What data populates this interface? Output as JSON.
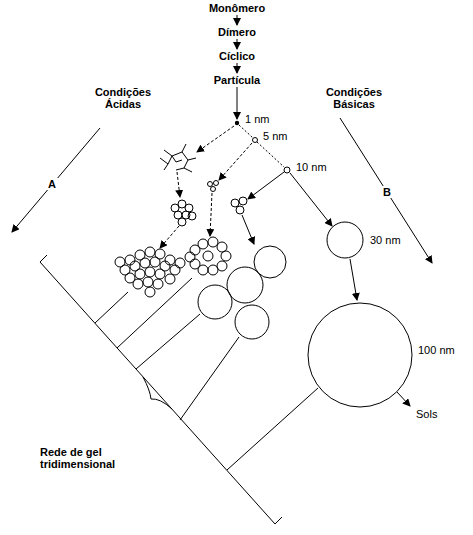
{
  "diagram": {
    "labels": [
      "Monômero",
      "Dímero",
      "Cíclico",
      "Partícula",
      "Condições Ácidas",
      "Condições Básicas",
      "A",
      "B",
      "1 nm",
      "5 nm",
      "10 nm",
      "30 nm",
      "100 nm",
      "Rede de gel tridimensional",
      "Sols"
    ]
  }
}
